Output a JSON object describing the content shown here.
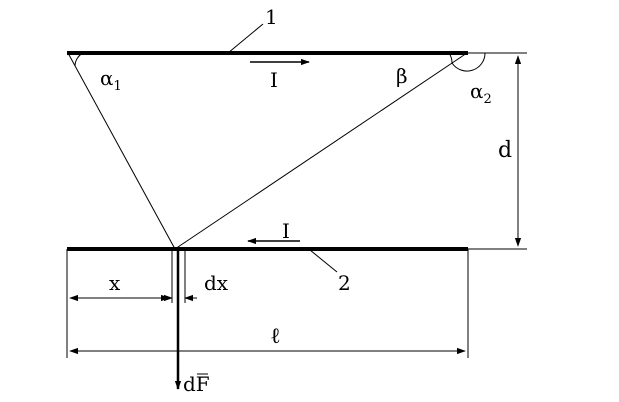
{
  "labels": {
    "wire1": "1",
    "wire2": "2",
    "current_top": "I",
    "current_bottom": "I",
    "alpha1": "α",
    "alpha1_sub": "1",
    "alpha2": "α",
    "alpha2_sub": "2",
    "beta": "β",
    "distance": "d",
    "x": "x",
    "dx": "dx",
    "length": "ℓ",
    "force": "dF"
  }
}
